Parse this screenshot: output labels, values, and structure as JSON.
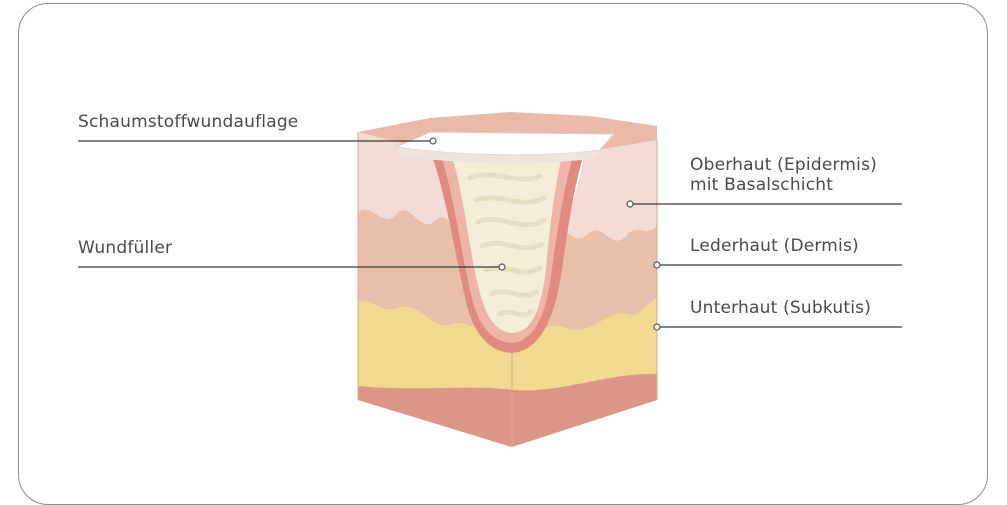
{
  "labels": {
    "foam_dressing": "Schaumstoffwundauflage",
    "wound_filler": "Wundfüller",
    "epidermis_line1": "Oberhaut (Epidermis)",
    "epidermis_line2": "mit Basalschicht",
    "dermis": "Lederhaut (Dermis)",
    "subcutis": "Unterhaut (Subkutis)"
  },
  "colors": {
    "frame": "#8f8f8f",
    "label_text": "#4a4a4a",
    "leader_line": "#3a3a3a",
    "epidermis": "#f3dcd5",
    "dermis": "#e8bfab",
    "subcutis": "#f2d98f",
    "muscle": "#e2a08f",
    "wound_rim": "#e08a80",
    "wound_filler": "#f4eed8",
    "foam_dressing": "#ffffff"
  }
}
